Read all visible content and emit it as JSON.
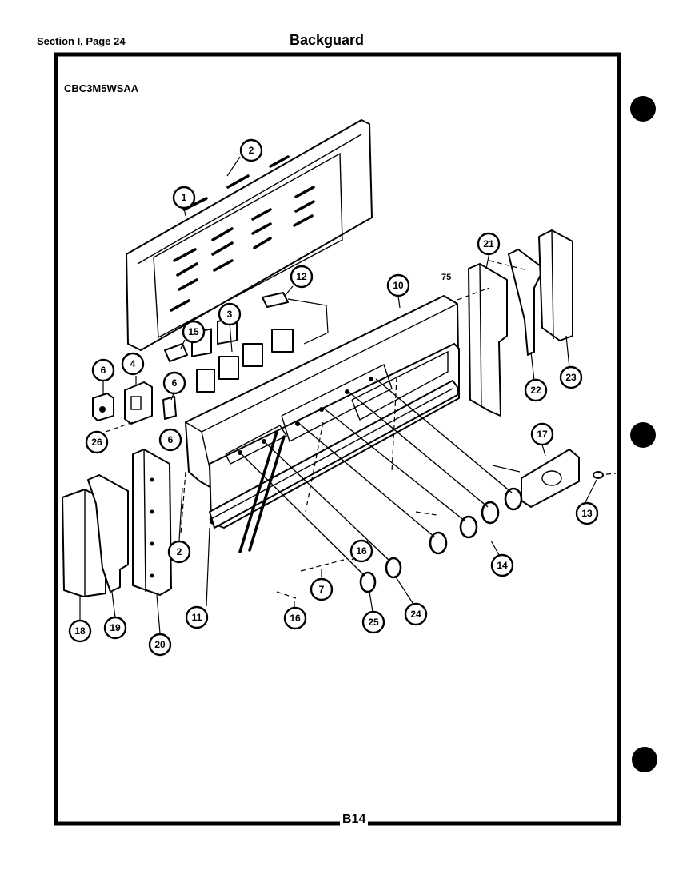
{
  "header": {
    "section": "Section I, Page 24",
    "title": "Backguard",
    "model": "CBC3M5WSAA"
  },
  "footer": {
    "page_code": "B14"
  },
  "diagram": {
    "stray_label": "75",
    "callouts": [
      {
        "id": "callout-1",
        "number": "1"
      },
      {
        "id": "callout-2-top",
        "number": "2"
      },
      {
        "id": "callout-2-left",
        "number": "2"
      },
      {
        "id": "callout-3",
        "number": "3"
      },
      {
        "id": "callout-4",
        "number": "4"
      },
      {
        "id": "callout-6-a",
        "number": "6"
      },
      {
        "id": "callout-6-b",
        "number": "6"
      },
      {
        "id": "callout-6-c",
        "number": "6"
      },
      {
        "id": "callout-7",
        "number": "7"
      },
      {
        "id": "callout-10",
        "number": "10"
      },
      {
        "id": "callout-11",
        "number": "11"
      },
      {
        "id": "callout-12",
        "number": "12"
      },
      {
        "id": "callout-13",
        "number": "13"
      },
      {
        "id": "callout-14",
        "number": "14"
      },
      {
        "id": "callout-15",
        "number": "15"
      },
      {
        "id": "callout-16-a",
        "number": "16"
      },
      {
        "id": "callout-16-b",
        "number": "16"
      },
      {
        "id": "callout-17",
        "number": "17"
      },
      {
        "id": "callout-18",
        "number": "18"
      },
      {
        "id": "callout-19",
        "number": "19"
      },
      {
        "id": "callout-20",
        "number": "20"
      },
      {
        "id": "callout-21",
        "number": "21"
      },
      {
        "id": "callout-22",
        "number": "22"
      },
      {
        "id": "callout-23",
        "number": "23"
      },
      {
        "id": "callout-24",
        "number": "24"
      },
      {
        "id": "callout-25",
        "number": "25"
      },
      {
        "id": "callout-26",
        "number": "26"
      }
    ]
  }
}
